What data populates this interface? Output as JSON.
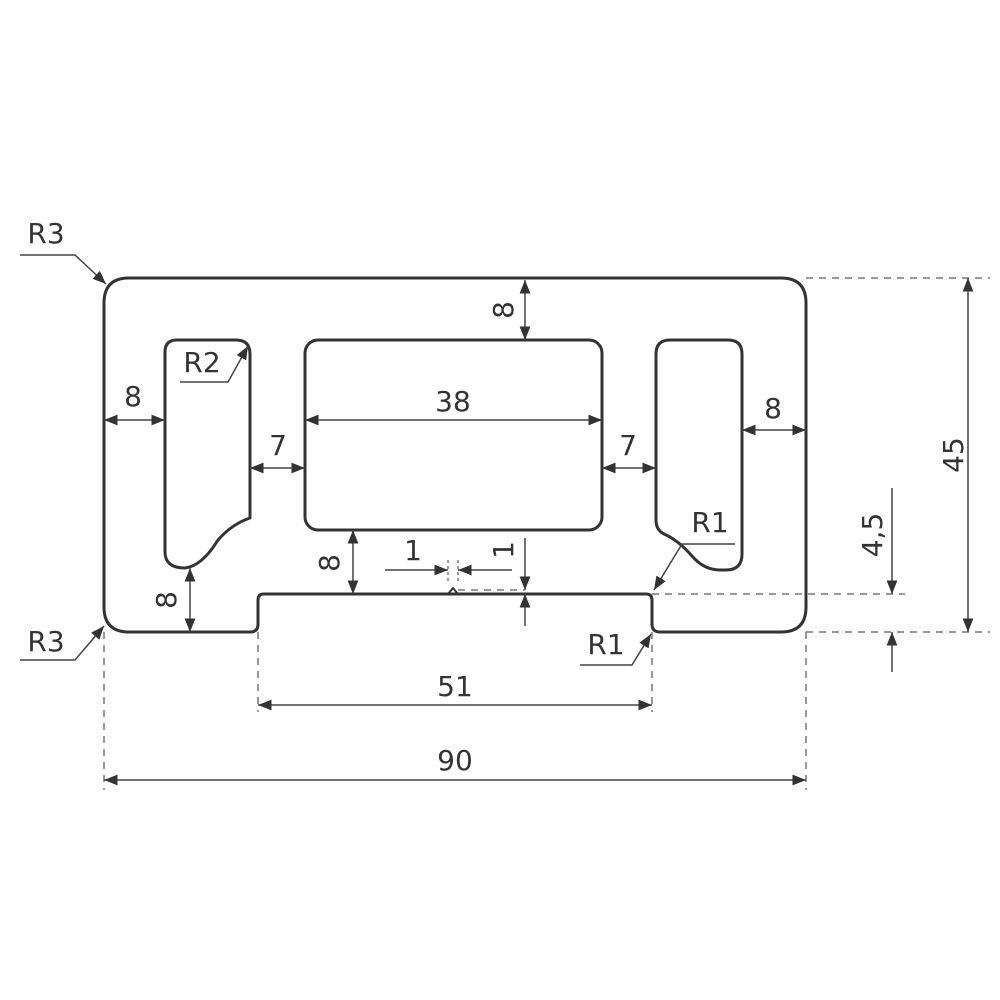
{
  "title": "Profile cross-section drawing",
  "colors": {
    "line": "#333333",
    "dimension": "#444444",
    "extension": "#777777"
  },
  "dimensions": {
    "top_wall": "8",
    "center_slot_width": "38",
    "left_wall": "8",
    "left_web": "7",
    "right_web": "7",
    "right_wall": "8",
    "bottom_left_wall": "8",
    "center_bottom_wall": "8",
    "groove_width": "1",
    "groove_depth": "1",
    "overall_height": "45",
    "step_height": "4,5",
    "recess_width": "51",
    "overall_width": "90"
  },
  "radii": {
    "top_left": "R3",
    "bottom_left": "R3",
    "left_slot": "R2",
    "right_slot": "R1",
    "step": "R1"
  }
}
